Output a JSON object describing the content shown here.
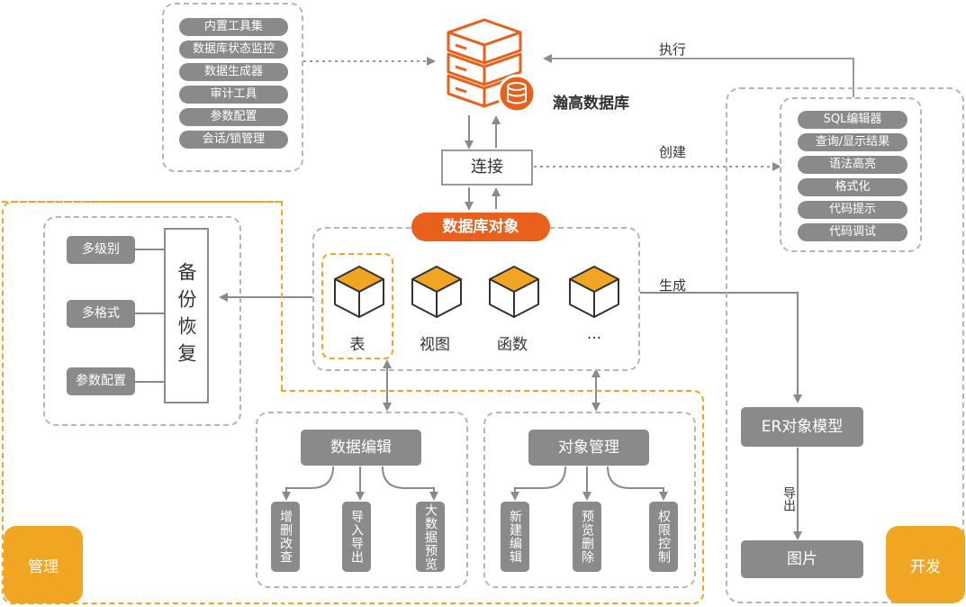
{
  "database": {
    "name": "瀚高数据库"
  },
  "tools": {
    "items": [
      "内置工具集",
      "数据库状态监控",
      "数据生成器",
      "审计工具",
      "参数配置",
      "会话/锁管理"
    ]
  },
  "connect": {
    "label": "连接"
  },
  "db_objects": {
    "title": "数据库对象",
    "items": [
      "表",
      "视图",
      "函数",
      "···"
    ]
  },
  "backup": {
    "title": "备份恢复",
    "options": [
      "多级别",
      "多格式",
      "参数配置"
    ]
  },
  "data_edit": {
    "title": "数据编辑",
    "subs": [
      "增删改查",
      "导入导出",
      "大数据预览"
    ]
  },
  "object_mgmt": {
    "title": "对象管理",
    "subs": [
      "新建编辑",
      "预览删除",
      "权限控制"
    ]
  },
  "sql_editor": {
    "items": [
      "SQL编辑器",
      "查询/显示结果",
      "语法高亮",
      "格式化",
      "代码提示",
      "代码调试"
    ]
  },
  "arrows": {
    "execute": "执行",
    "create": "创建",
    "generate": "生成",
    "export": "导出"
  },
  "er_model": {
    "label": "ER对象模型"
  },
  "picture": {
    "label": "图片"
  },
  "sections": {
    "manage": "管理",
    "develop": "开发"
  },
  "colors": {
    "orange": "#f0a623",
    "accent": "#e8601c",
    "gray": "#8a8a8a",
    "dash": "#b5b5b5"
  }
}
